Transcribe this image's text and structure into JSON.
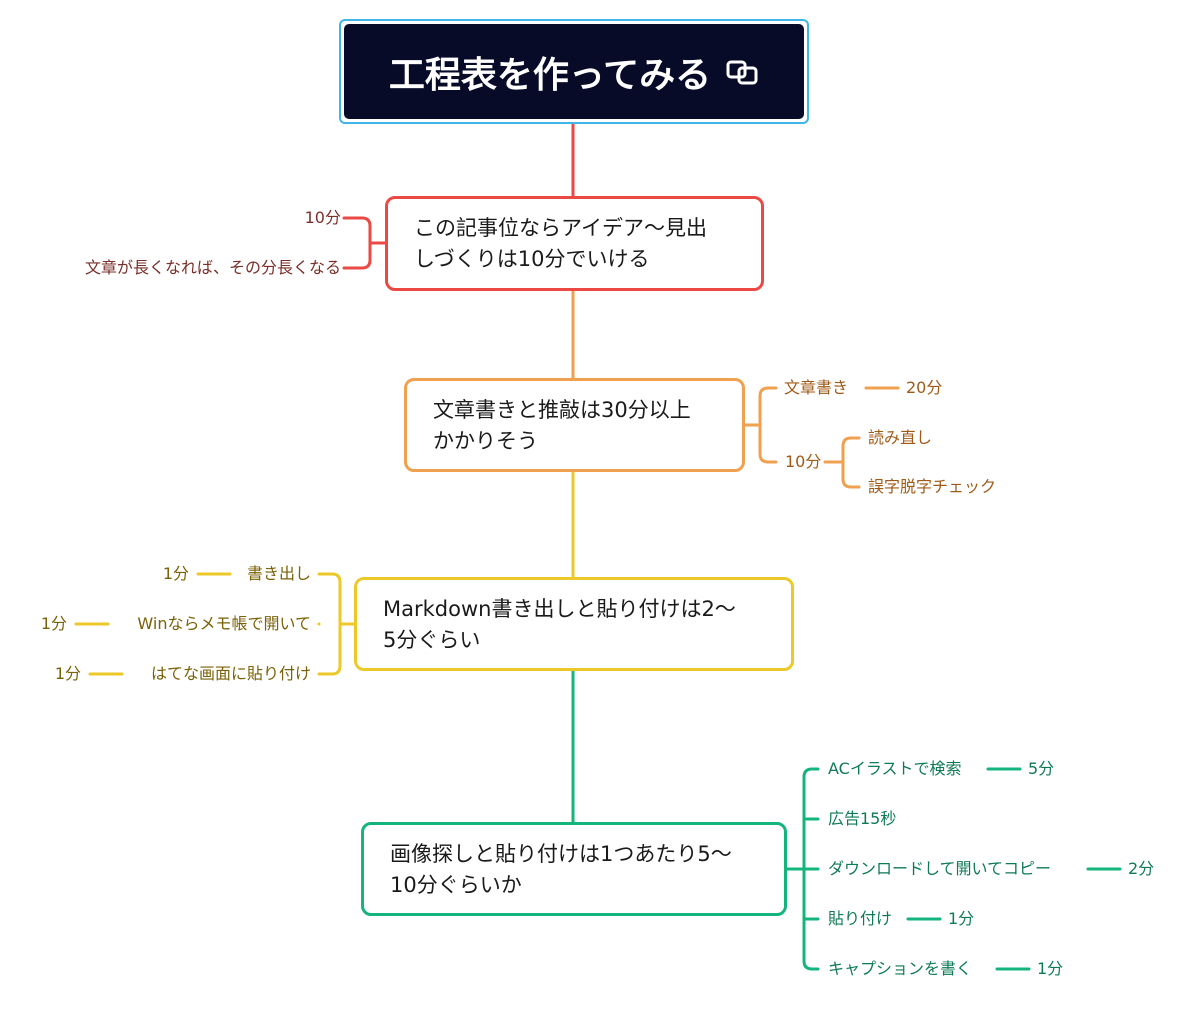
{
  "root": {
    "title": "工程表を作ってみる",
    "icon": "link-icon"
  },
  "colors": {
    "red": "#ea4a43",
    "orange": "#f0a150",
    "yellow": "#ecc928",
    "green": "#14b57c",
    "root_border": "#3fb6e6",
    "root_bg": "#070b28"
  },
  "nodes": {
    "n1": {
      "line1": "この記事位ならアイデア～見出",
      "line2": "しづくりは10分でいける"
    },
    "n2": {
      "line1": "文章書きと推敲は30分以上",
      "line2": "かかりそう"
    },
    "n3": {
      "line1": "Markdown書き出しと貼り付けは2～",
      "line2": "5分ぐらい"
    },
    "n4": {
      "line1": "画像探しと貼り付けは1つあたり5～",
      "line2": "10分ぐらいか"
    }
  },
  "labels": {
    "n1": {
      "a": "10分",
      "b": "文章が長くなれば、その分長くなる"
    },
    "n2": {
      "a": "文章書き",
      "a_time": "20分",
      "b": "10分",
      "b1": "読み直し",
      "b2": "誤字脱字チェック"
    },
    "n3": {
      "items": [
        {
          "text": "書き出し",
          "time": "1分"
        },
        {
          "text": "Winならメモ帳で開いて",
          "time": "1分"
        },
        {
          "text": "はてな画面に貼り付け",
          "time": "1分"
        }
      ]
    },
    "n4": {
      "items": [
        {
          "text": "ACイラストで検索",
          "time": "5分"
        },
        {
          "text": "広告15秒"
        },
        {
          "text": "ダウンロードして開いてコピー",
          "time": "2分"
        },
        {
          "text": "貼り付け",
          "time": "1分"
        },
        {
          "text": "キャプションを書く",
          "time": "1分"
        }
      ]
    }
  }
}
